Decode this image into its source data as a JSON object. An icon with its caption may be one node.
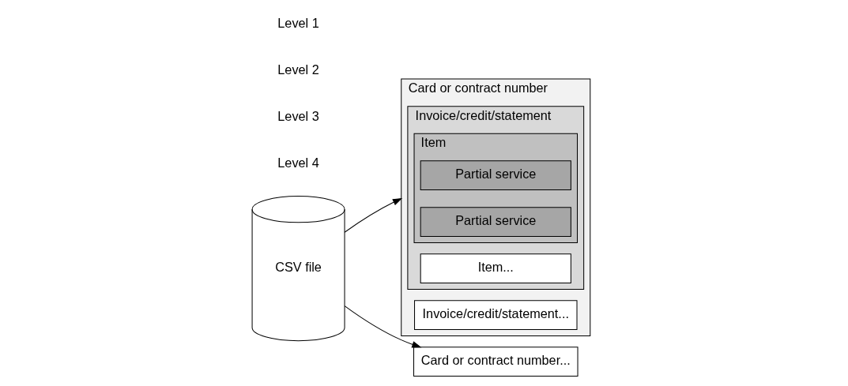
{
  "diagram": {
    "nodes": [
      {
        "text": [
          "CSV file"
        ]
      },
      {
        "text": [
          "Card or contract number"
        ]
      },
      {
        "text": [
          "Invoice/credit/statement"
        ],
        "in": 1
      },
      {
        "text": [
          "Item"
        ],
        "in": 2
      },
      {
        "text": [
          "Partial service"
        ],
        "in": 3
      },
      {
        "text": [
          "Partial service"
        ],
        "in": 3
      },
      {
        "text": [
          "Item..."
        ],
        "in": 2
      },
      {
        "text": [
          "Invoice/credit/statement..."
        ],
        "in": 1
      },
      {
        "text": [
          "Card or contract number..."
        ]
      }
    ],
    "edges": [
      {
        "from": 0,
        "to": 1,
        "arrow": "to"
      },
      {
        "from": 0,
        "to": 8,
        "arrow": "to"
      }
    ],
    "labels": [
      "Level 1",
      "Level 2",
      "Level 3",
      "Level 4"
    ]
  }
}
